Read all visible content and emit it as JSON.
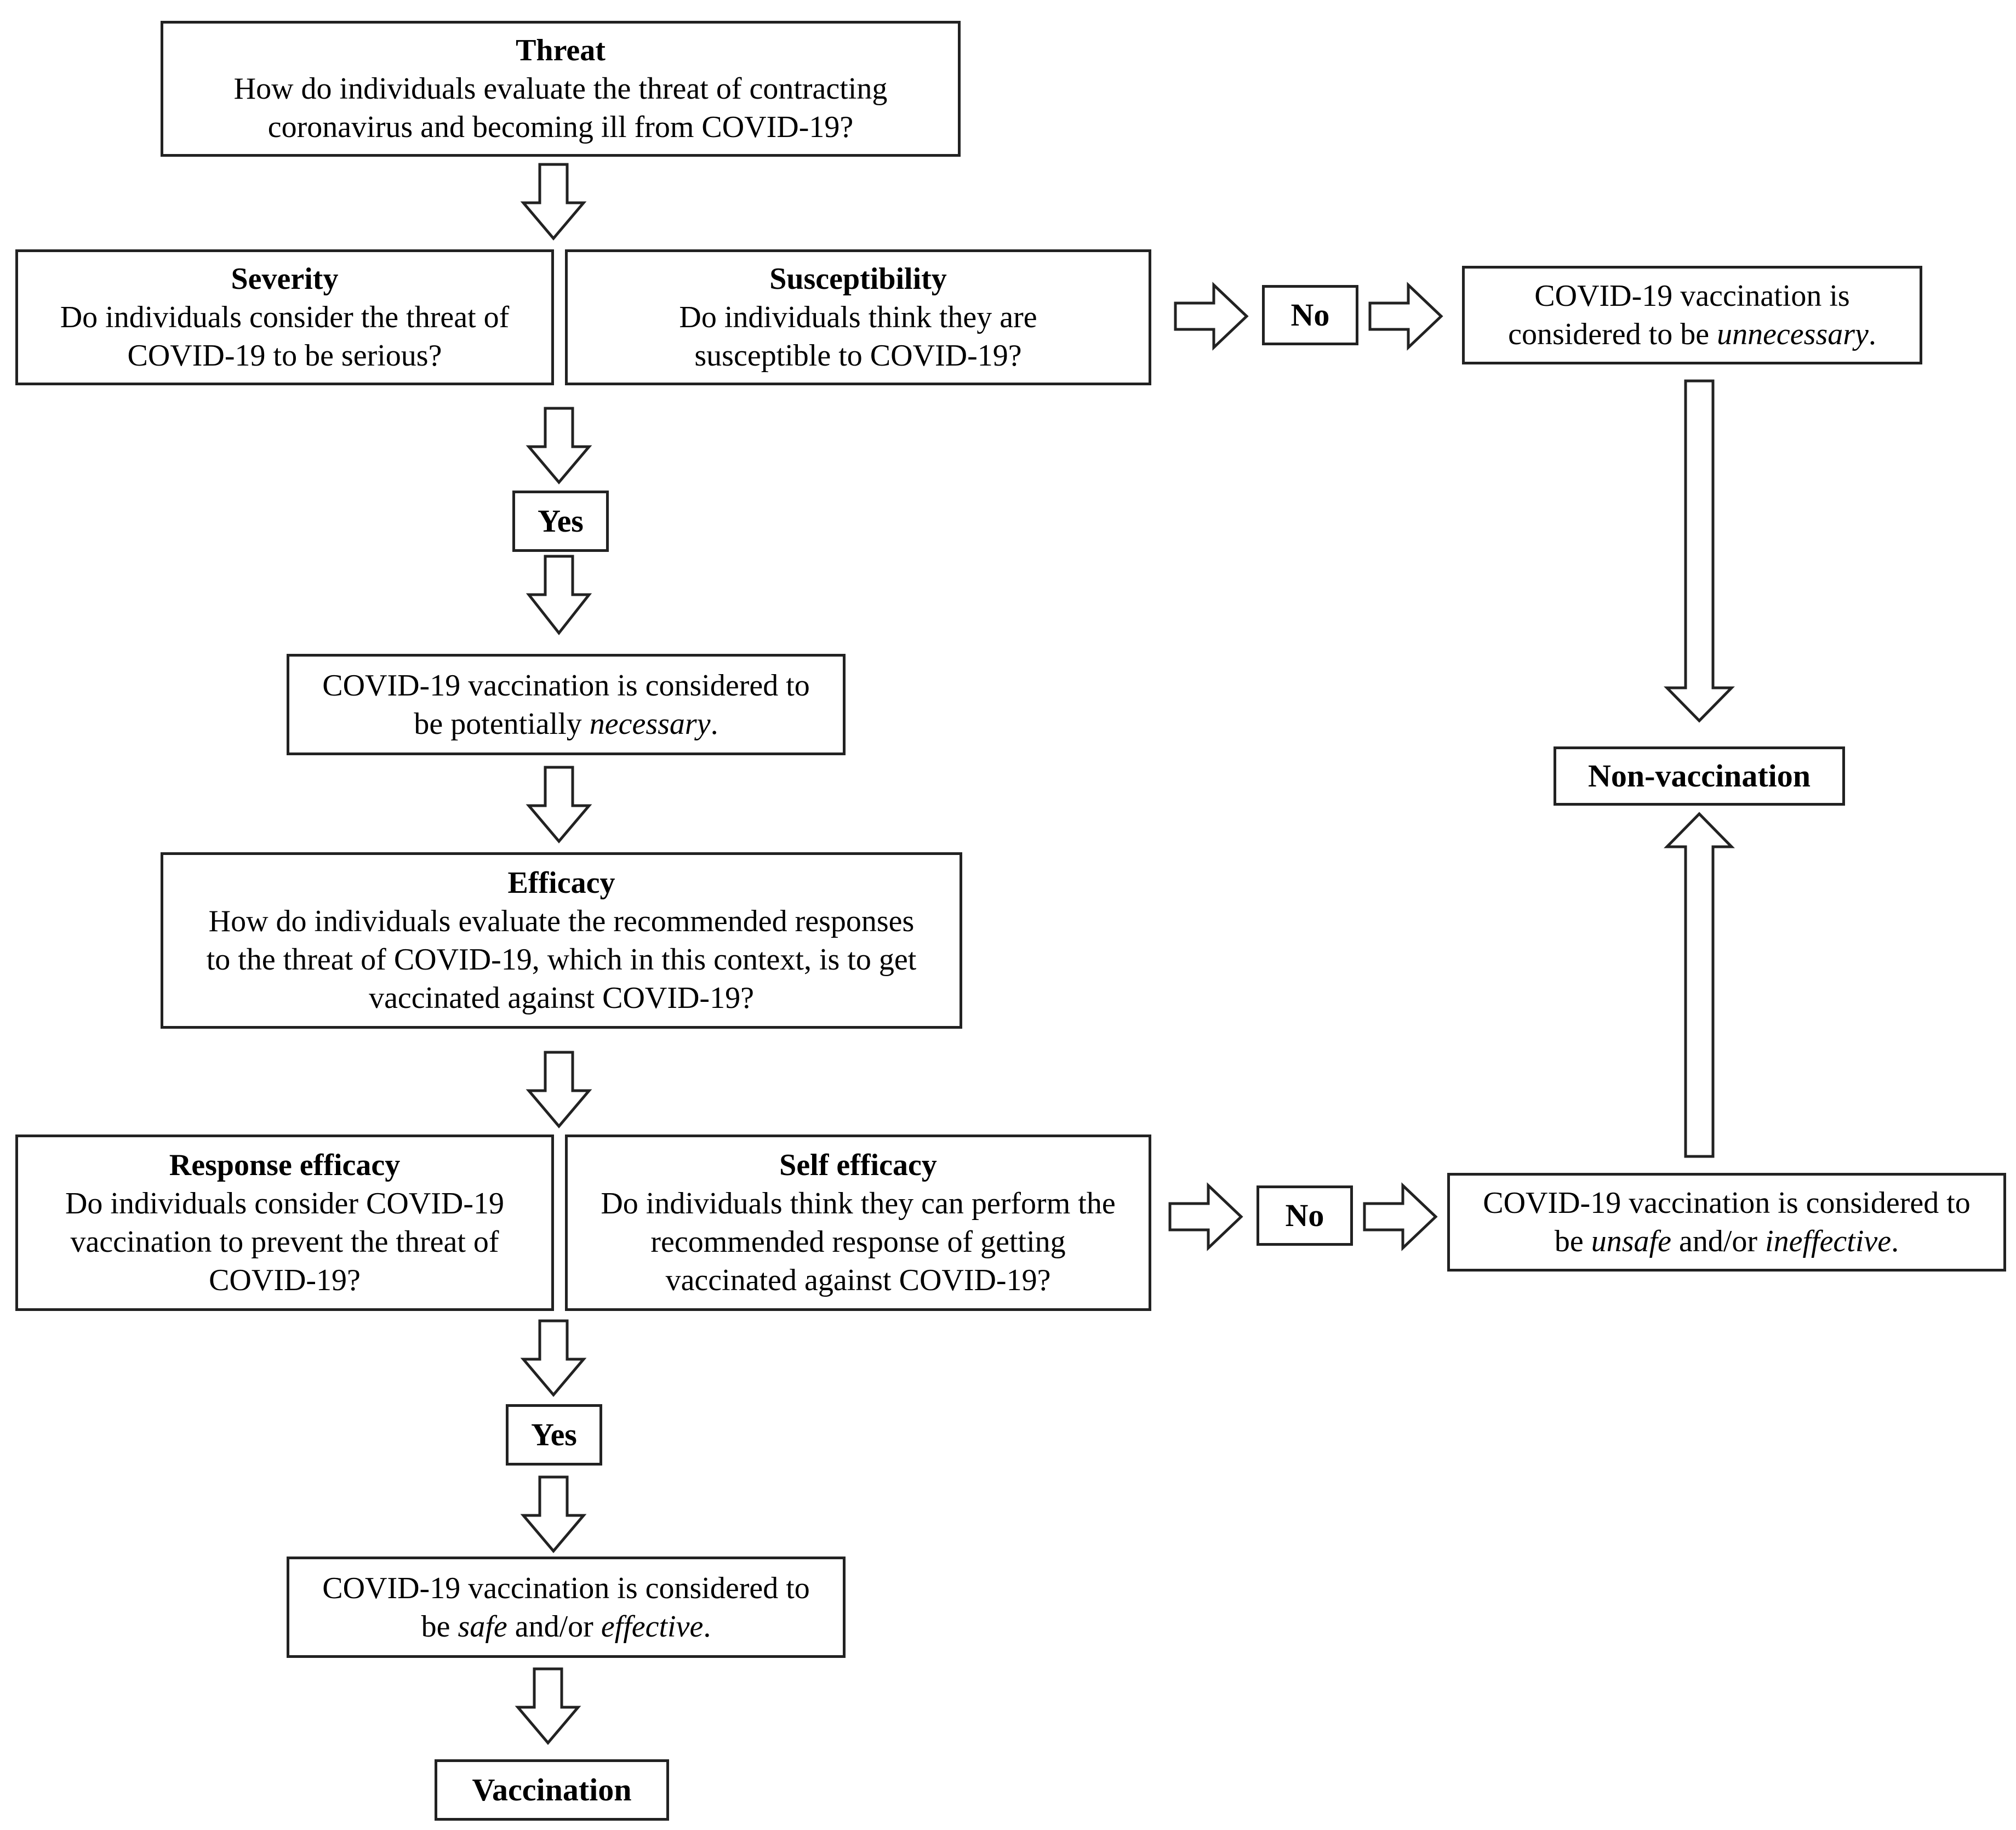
{
  "threat": {
    "title": "Threat",
    "body": "How do individuals evaluate the threat of contracting coronavirus and becoming ill from COVID-19?"
  },
  "severity": {
    "title": "Severity",
    "body": "Do individuals consider the threat of COVID-19 to be serious?"
  },
  "susceptibility": {
    "title": "Susceptibility",
    "body": "Do individuals think they are susceptible to COVID-19?"
  },
  "no_1": "No",
  "unnecessary": {
    "pre": "COVID-19 vaccination is considered to be ",
    "em": "unnecessary",
    "post": "."
  },
  "yes_1": "Yes",
  "necessary": {
    "pre": "COVID-19 vaccination is considered to be potentially ",
    "em": "necessary",
    "post": "."
  },
  "efficacy": {
    "title": "Efficacy",
    "body": "How do individuals evaluate the recommended responses to the threat of COVID-19, which in this context, is to get vaccinated against COVID-19?"
  },
  "non_vaccination": "Non-vaccination",
  "response_efficacy": {
    "title": "Response efficacy",
    "body": "Do individuals consider COVID-19 vaccination to prevent the threat of COVID-19?"
  },
  "self_efficacy": {
    "title": "Self efficacy",
    "body": "Do individuals think they can perform the recommended response of getting vaccinated against COVID-19?"
  },
  "no_2": "No",
  "unsafe": {
    "pre": "COVID-19 vaccination is considered to be ",
    "em1": "unsafe",
    "mid": " and/or ",
    "em2": "ineffective",
    "post": "."
  },
  "yes_2": "Yes",
  "safe": {
    "pre": "COVID-19 vaccination is considered to be ",
    "em1": "safe",
    "mid": " and/or ",
    "em2": "effective",
    "post": "."
  },
  "vaccination": "Vaccination"
}
